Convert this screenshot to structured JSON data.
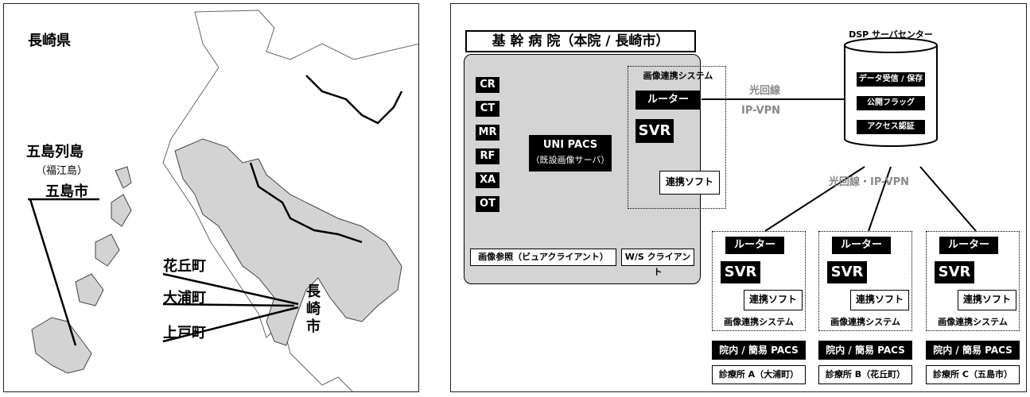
{
  "map": {
    "prefecture_label": "長崎県",
    "goto_islands": "五島列島",
    "fukue_island": "（福江島）",
    "goto_city": "五島市",
    "hanaoka": "花丘町",
    "oura": "大浦町",
    "uwato": "上戸町",
    "nagasaki_city": "長崎市"
  },
  "diagram": {
    "hospital_title": "基 幹 病 院（本院 / 長崎市）",
    "modalities": [
      "CR",
      "CT",
      "MR",
      "RF",
      "XA",
      "OT"
    ],
    "unipacs_title": "UNI PACS",
    "unipacs_sub": "（既設画像サーバ）",
    "viewer_client": "画像参照（ビュアクライアント）",
    "ws_client": "W/S クライアント",
    "link_system_label": "画像連携システム",
    "router_label": "ルーター",
    "svr_label": "SVR",
    "link_soft_label": "連携ソフト",
    "fiber_label": "光回線",
    "ipvpn_label": "IP-VPN",
    "fiber_ipvpn_label": "光回線・IP-VPN",
    "dsp_title": "DSP サーバセンター",
    "dsp_items": [
      "データ受信 / 保存",
      "公開フラッグ",
      "アクセス認証"
    ],
    "clinics": [
      {
        "pacs": "院内 / 簡易 PACS",
        "name": "診療所 A（大浦町）"
      },
      {
        "pacs": "院内 / 簡易 PACS",
        "name": "診療所 B（花丘町）"
      },
      {
        "pacs": "院内 / 簡易 PACS",
        "name": "診療所 C（五島市）"
      }
    ]
  }
}
